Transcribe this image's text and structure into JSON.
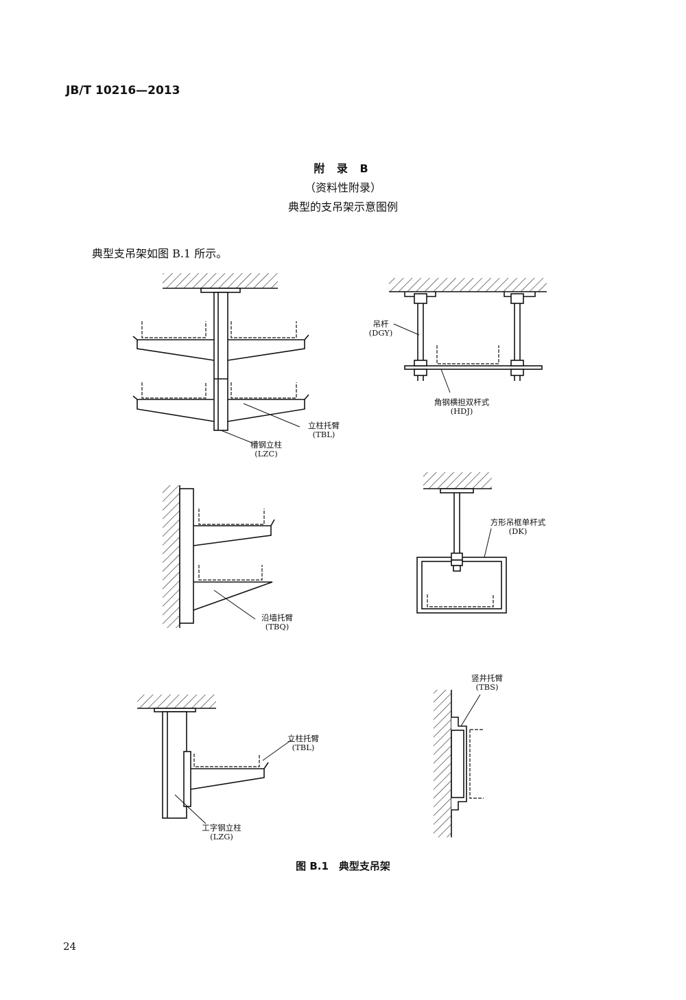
{
  "header": {
    "standard_code": "JB/T 10216—2013"
  },
  "appendix": {
    "title": "附 录 B",
    "subtitle": "（资料性附录）",
    "heading": "典型的支吊架示意图例"
  },
  "body_text": "典型支吊架如图 B.1 所示。",
  "figure": {
    "labels": {
      "tbl_top": {
        "name": "立柱托臂",
        "code": "(TBL)"
      },
      "lzc": {
        "name": "槽钢立柱",
        "code": "(LZC)"
      },
      "dgy": {
        "name": "吊杆",
        "code": "(DGY)"
      },
      "hdj": {
        "name": "角钢横担双杆式",
        "code": "(HDJ)"
      },
      "tbq": {
        "name": "沿墙托臂",
        "code": "(TBQ)"
      },
      "dk": {
        "name": "方形吊框单杆式",
        "code": "(DK)"
      },
      "tbs": {
        "name": "竖井托臂",
        "code": "(TBS)"
      },
      "tbl_bottom": {
        "name": "立柱托臂",
        "code": "(TBL)"
      },
      "lzg": {
        "name": "工字钢立柱",
        "code": "(LZG)"
      }
    },
    "caption": "图 B.1　典型支吊架"
  },
  "footer": {
    "page_number": "24"
  }
}
